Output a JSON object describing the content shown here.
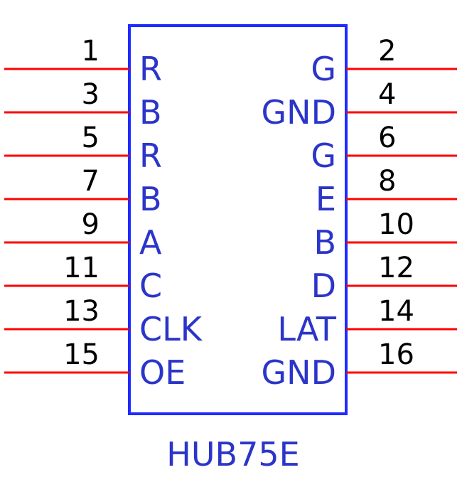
{
  "component": {
    "name": "HUB75E",
    "body_color": "#1f2bff",
    "pin_color": "#ff0000",
    "label_color": "#2b35c8",
    "number_color": "#000000"
  },
  "left_pins": [
    {
      "number": "1",
      "label": "R"
    },
    {
      "number": "3",
      "label": "B"
    },
    {
      "number": "5",
      "label": "R"
    },
    {
      "number": "7",
      "label": "B"
    },
    {
      "number": "9",
      "label": "A"
    },
    {
      "number": "11",
      "label": "C"
    },
    {
      "number": "13",
      "label": "CLK"
    },
    {
      "number": "15",
      "label": "OE"
    }
  ],
  "right_pins": [
    {
      "number": "2",
      "label": "G"
    },
    {
      "number": "4",
      "label": "GND"
    },
    {
      "number": "6",
      "label": "G"
    },
    {
      "number": "8",
      "label": "E"
    },
    {
      "number": "10",
      "label": "B"
    },
    {
      "number": "12",
      "label": "D"
    },
    {
      "number": "14",
      "label": "LAT"
    },
    {
      "number": "16",
      "label": "GND"
    }
  ]
}
